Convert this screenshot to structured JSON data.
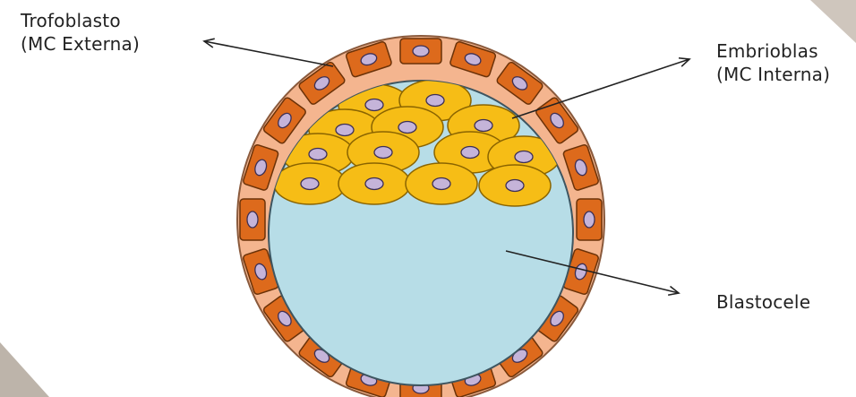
{
  "labels": {
    "trofoblasto": {
      "line1": "Trofoblasto",
      "line2": "(MC Externa)"
    },
    "embrioblasto": {
      "line1": "Embrioblas",
      "line2": "(MC Interna)"
    },
    "blastocele": {
      "line1": "Blastocele"
    }
  },
  "colors": {
    "outer_ring": "#f4b58f",
    "outer_ring_stroke": "#8a5a3c",
    "trophoblast_cell": "#dd6a1c",
    "trophoblast_cell_stroke": "#6b3208",
    "cavity": "#b7dde7",
    "cavity_stroke": "#3e5560",
    "inner_cell": "#f6bd16",
    "inner_cell_stroke": "#8a6400",
    "nucleus": "#c5b4d9",
    "nucleus_stroke": "#3d2f55",
    "arrow": "#222222"
  }
}
